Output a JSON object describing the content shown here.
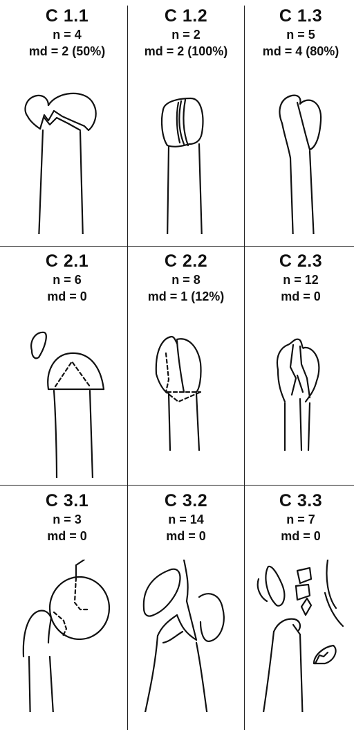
{
  "cells": [
    {
      "code": "C 1.1",
      "n": "n = 4",
      "md": "md = 2 (50%)",
      "figure": "humerus-fracture-c11"
    },
    {
      "code": "C 1.2",
      "n": "n = 2",
      "md": "md = 2 (100%)",
      "figure": "humerus-fracture-c12"
    },
    {
      "code": "C 1.3",
      "n": "n = 5",
      "md": "md = 4 (80%)",
      "figure": "humerus-fracture-c13"
    },
    {
      "code": "C 2.1",
      "n": "n = 6",
      "md": "md = 0",
      "figure": "humerus-fracture-c21"
    },
    {
      "code": "C 2.2",
      "n": "n = 8",
      "md": "md = 1 (12%)",
      "figure": "humerus-fracture-c22"
    },
    {
      "code": "C 2.3",
      "n": "n = 12",
      "md": "md = 0",
      "figure": "humerus-fracture-c23"
    },
    {
      "code": "C 3.1",
      "n": "n = 3",
      "md": "md = 0",
      "figure": "humerus-fracture-c31"
    },
    {
      "code": "C 3.2",
      "n": "n = 14",
      "md": "md = 0",
      "figure": "humerus-fracture-c32"
    },
    {
      "code": "C 3.3",
      "n": "n = 7",
      "md": "md = 0",
      "figure": "humerus-fracture-c33"
    }
  ]
}
